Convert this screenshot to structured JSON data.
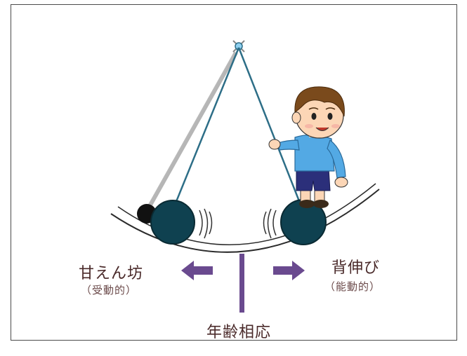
{
  "labels": {
    "left_main": "甘えん坊",
    "left_sub": "（受動的）",
    "right_main": "背伸び",
    "right_sub": "（能動的）",
    "center": "年齢相応"
  },
  "colors": {
    "arrow": "#6a4a8f",
    "ball": "#0f4150",
    "string": "#2d6e87",
    "ground": "#2b2b2b",
    "shirt": "#53a9e4",
    "pants": "#2b2f7a",
    "hair": "#7a4a1c",
    "skin": "#fcd6b6"
  },
  "icons": {
    "left_arrow": "arrow-left-icon",
    "right_arrow": "arrow-right-icon",
    "boy": "boy-illustration"
  }
}
